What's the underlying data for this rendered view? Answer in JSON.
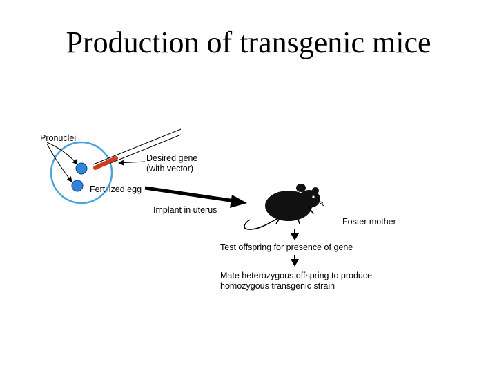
{
  "title": "Production of transgenic mice",
  "labels": {
    "pronuclei": "Pronuclei",
    "desired_gene_line1": "Desired gene",
    "desired_gene_line2": "(with vector)",
    "fertilized_egg": "Fertilized egg",
    "implant": "Implant in uterus",
    "foster_mother": "Foster mother",
    "test_offspring": "Test offspring for presence of gene",
    "mate_line1": "Mate heterozygous offspring to produce",
    "mate_line2": "homozygous transgenic strain"
  },
  "colors": {
    "egg_outline": "#4aa3df",
    "pronucleus_fill": "#2f86d6",
    "gene_segment": "#d63a1e",
    "arrow": "#000000"
  },
  "icons": {
    "mouse": "mouse-icon",
    "pipette": "micropipette-icon"
  }
}
